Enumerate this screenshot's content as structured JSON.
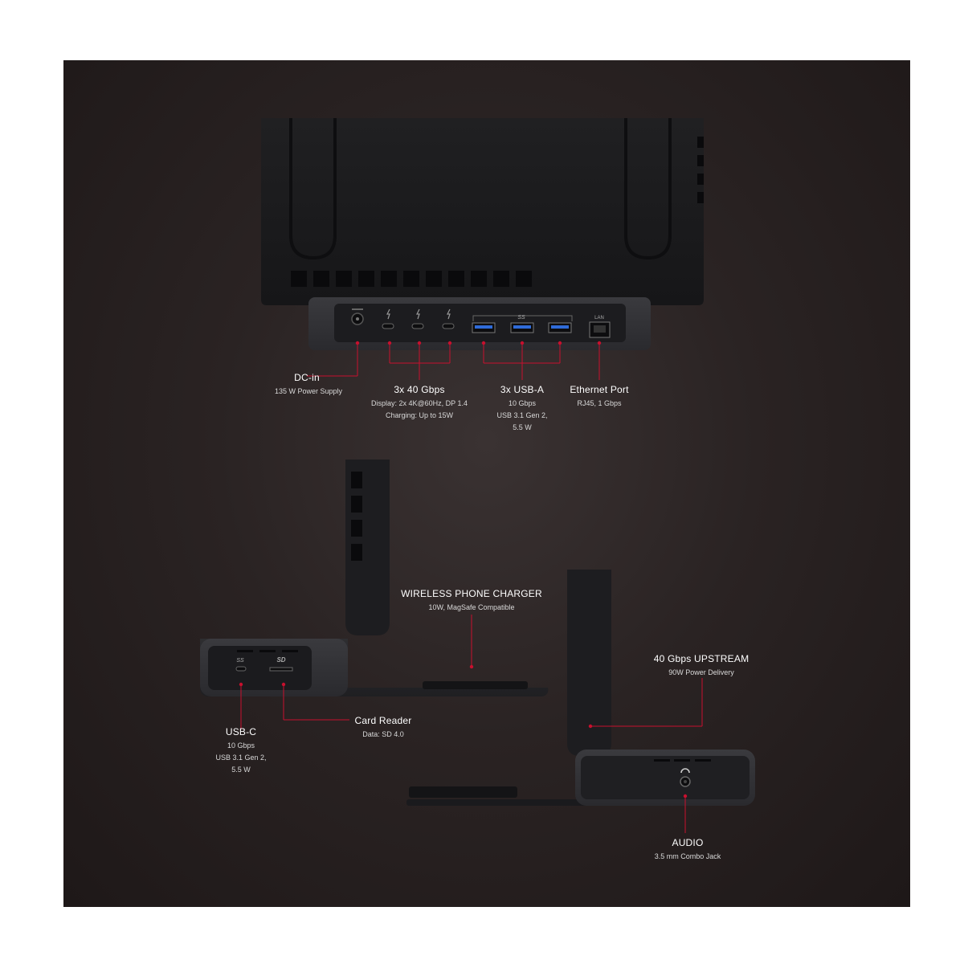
{
  "callouts": {
    "dc_in": {
      "title": "DC-in",
      "lines": [
        "135 W Power Supply"
      ]
    },
    "thunderbolt": {
      "title": "3x 40 Gbps",
      "lines": [
        "Display: 2x 4K@60Hz, DP 1.4",
        "Charging: Up to 15W"
      ]
    },
    "usb_a": {
      "title": "3x USB-A",
      "lines": [
        "10 Gbps",
        "USB 3.1 Gen 2,",
        "5.5 W"
      ]
    },
    "ethernet": {
      "title": "Ethernet Port",
      "lines": [
        "RJ45, 1 Gbps"
      ]
    },
    "wireless": {
      "title": "WIRELESS PHONE CHARGER",
      "lines": [
        "10W, MagSafe Compatible"
      ]
    },
    "upstream": {
      "title": "40 Gbps UPSTREAM",
      "lines": [
        "90W Power Delivery"
      ]
    },
    "card_reader": {
      "title": "Card Reader",
      "lines": [
        "Data: SD 4.0"
      ]
    },
    "usb_c": {
      "title": "USB-C",
      "lines": [
        "10 Gbps",
        "USB 3.1 Gen 2,",
        "5.5 W"
      ]
    },
    "audio": {
      "title": "AUDIO",
      "lines": [
        "3.5 mm Combo Jack"
      ]
    }
  },
  "port_markings": {
    "lan": "LAN",
    "ss": "SS",
    "sd": "SD"
  },
  "colors": {
    "accent": "#c8102e",
    "background": "#2a2323",
    "device": "#1c1c1e"
  }
}
